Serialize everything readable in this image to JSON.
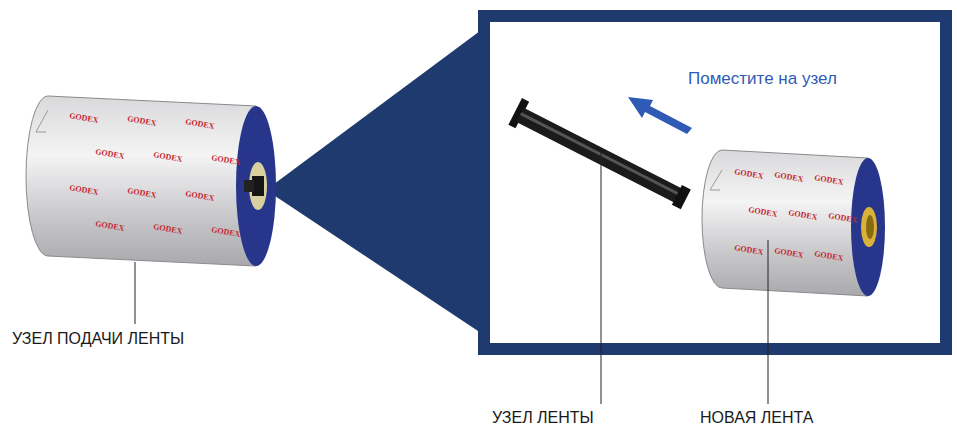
{
  "diagram": {
    "nodes": [
      {
        "text": [
          "Поместите на узел"
        ]
      }
    ],
    "labels": [
      "УЗЕЛ ПОДАЧИ ЛЕНТЫ",
      "УЗЕЛ ЛЕНТЫ",
      "НОВАЯ ЛЕНТА",
      "GODEX",
      "GODEX",
      "GODEX",
      "GODEX",
      "GODEX",
      "GODEX",
      "GODEX",
      "GODEX",
      "GODEX",
      "GODEX",
      "GODEX",
      "GODEX",
      "GODEX",
      "GODEX",
      "GODEX",
      "GODEX",
      "GODEX",
      "GODEX",
      "GODEX",
      "GODEX",
      "GODEX"
    ]
  }
}
